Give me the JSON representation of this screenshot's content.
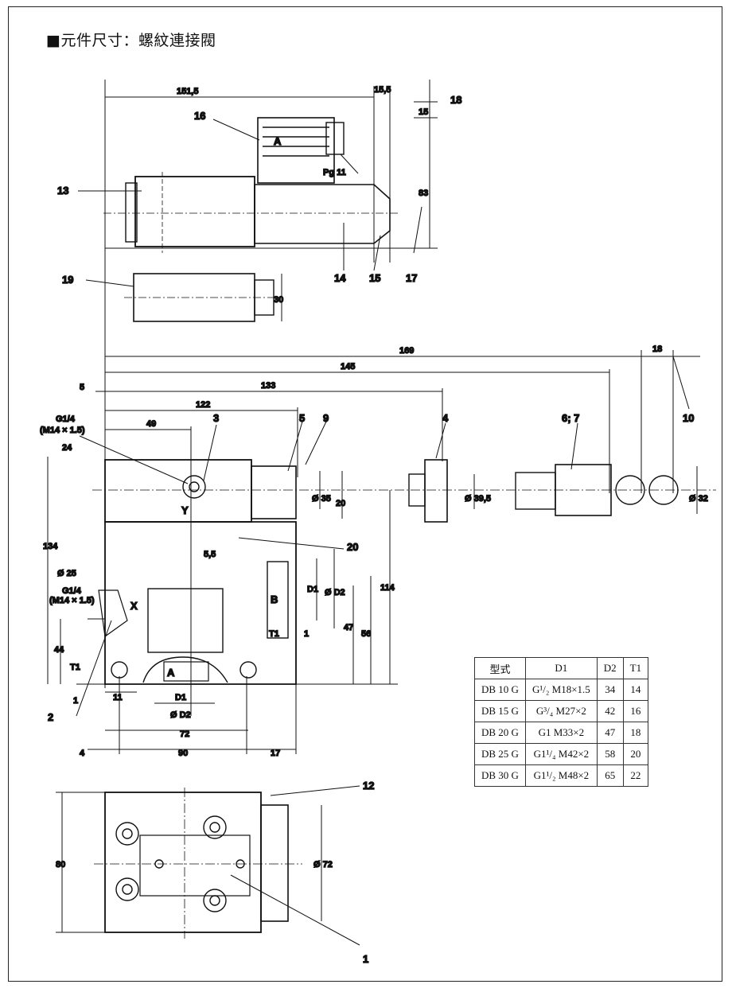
{
  "title": "■元件尺寸：螺紋連接閥",
  "dimensions": {
    "d151_5": "151,5",
    "d15_5": "15,5",
    "d15": "15",
    "d83": "83",
    "d30": "30",
    "d169": "169",
    "d145": "145",
    "d18_top": "18",
    "d5": "5",
    "d133": "133",
    "d122": "122",
    "d49": "49",
    "d35": "Ø 35",
    "d20": "20",
    "d39_5": "Ø 39,5",
    "d32": "Ø 32",
    "d134": "134",
    "d24": "24",
    "d5_5": "5,5",
    "d25": "Ø 25",
    "d44": "44",
    "t1_left": "T1",
    "d1_small": "1",
    "d11": "11",
    "dD1_bottom": "D1",
    "dD2_bottom": "Ø D2",
    "d72": "72",
    "d90": "90",
    "d4": "4",
    "d17_bottom": "17",
    "dD1_right": "D1",
    "dD2_right": "Ø D2",
    "d47": "47",
    "d56": "56",
    "d114": "114",
    "t1_right": "T1",
    "d1_right": "1",
    "d80": "80",
    "d72_bottom": "Ø 72"
  },
  "port_labels": {
    "g14_top": "G1/4",
    "m14_top": "(M14 × 1.5)",
    "g14_left": "G1/4",
    "m14_left": "(M14 × 1.5)",
    "pg11": "Pg 11",
    "a_plug": "A",
    "y": "Y",
    "x": "X",
    "b": "B",
    "a_port": "A"
  },
  "callouts": {
    "c1": "1",
    "c2": "2",
    "c3": "3",
    "c4": "4",
    "c5": "5",
    "c6_7": "6; 7",
    "c9": "9",
    "c10": "10",
    "c12": "12",
    "c13": "13",
    "c14": "14",
    "c15": "15",
    "c16": "16",
    "c17": "17",
    "c18": "18",
    "c19": "19",
    "c20": "20"
  },
  "spec_table": {
    "headers": [
      "型式",
      "D1",
      "D2",
      "T1"
    ],
    "rows": [
      [
        "DB 10 G",
        "G¹/₂ M18×1.5",
        "34",
        "14"
      ],
      [
        "DB 15 G",
        "G³/₄ M27×2",
        "42",
        "16"
      ],
      [
        "DB 20 G",
        "G1 M33×2",
        "47",
        "18"
      ],
      [
        "DB 25 G",
        "G1¹/₄ M42×2",
        "58",
        "20"
      ],
      [
        "DB 30 G",
        "G1¹/₂ M48×2",
        "65",
        "22"
      ]
    ]
  }
}
